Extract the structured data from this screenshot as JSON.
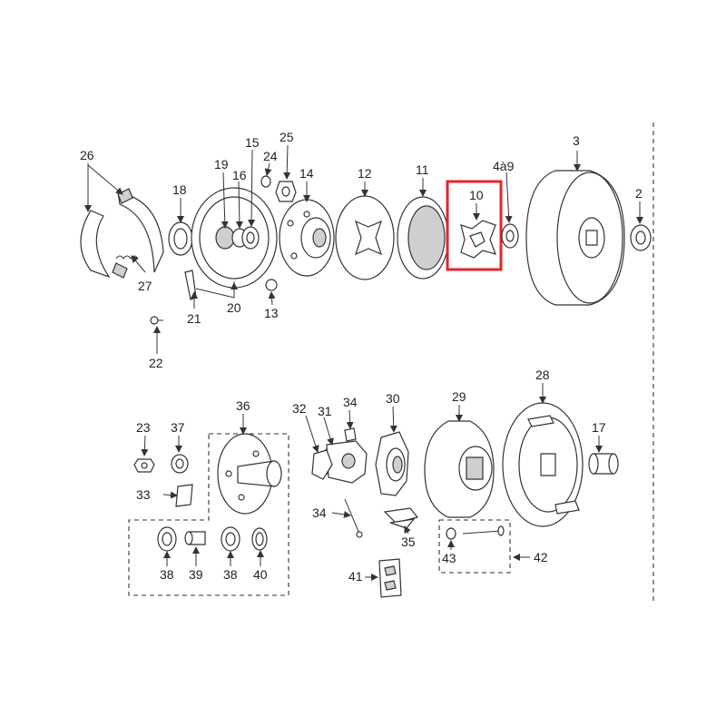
{
  "diagram": {
    "callouts": {
      "c2": "2",
      "c3": "3",
      "c4a9": "4à9",
      "c10": "10",
      "c11": "11",
      "c12": "12",
      "c13": "13",
      "c14": "14",
      "c15": "15",
      "c16": "16",
      "c17": "17",
      "c18": "18",
      "c19": "19",
      "c20": "20",
      "c21": "21",
      "c22": "22",
      "c23": "23",
      "c24": "24",
      "c25": "25",
      "c26": "26",
      "c27": "27",
      "c28": "28",
      "c29": "29",
      "c30": "30",
      "c31": "31",
      "c32": "32",
      "c33": "33",
      "c34a": "34",
      "c34b": "34",
      "c35": "35",
      "c36": "36",
      "c37": "37",
      "c38a": "38",
      "c38b": "38",
      "c39": "39",
      "c40": "40",
      "c41": "41",
      "c42": "42",
      "c43": "43"
    },
    "highlight_part": "10",
    "highlight_color": "#e0262b",
    "line_color": "#333333"
  }
}
